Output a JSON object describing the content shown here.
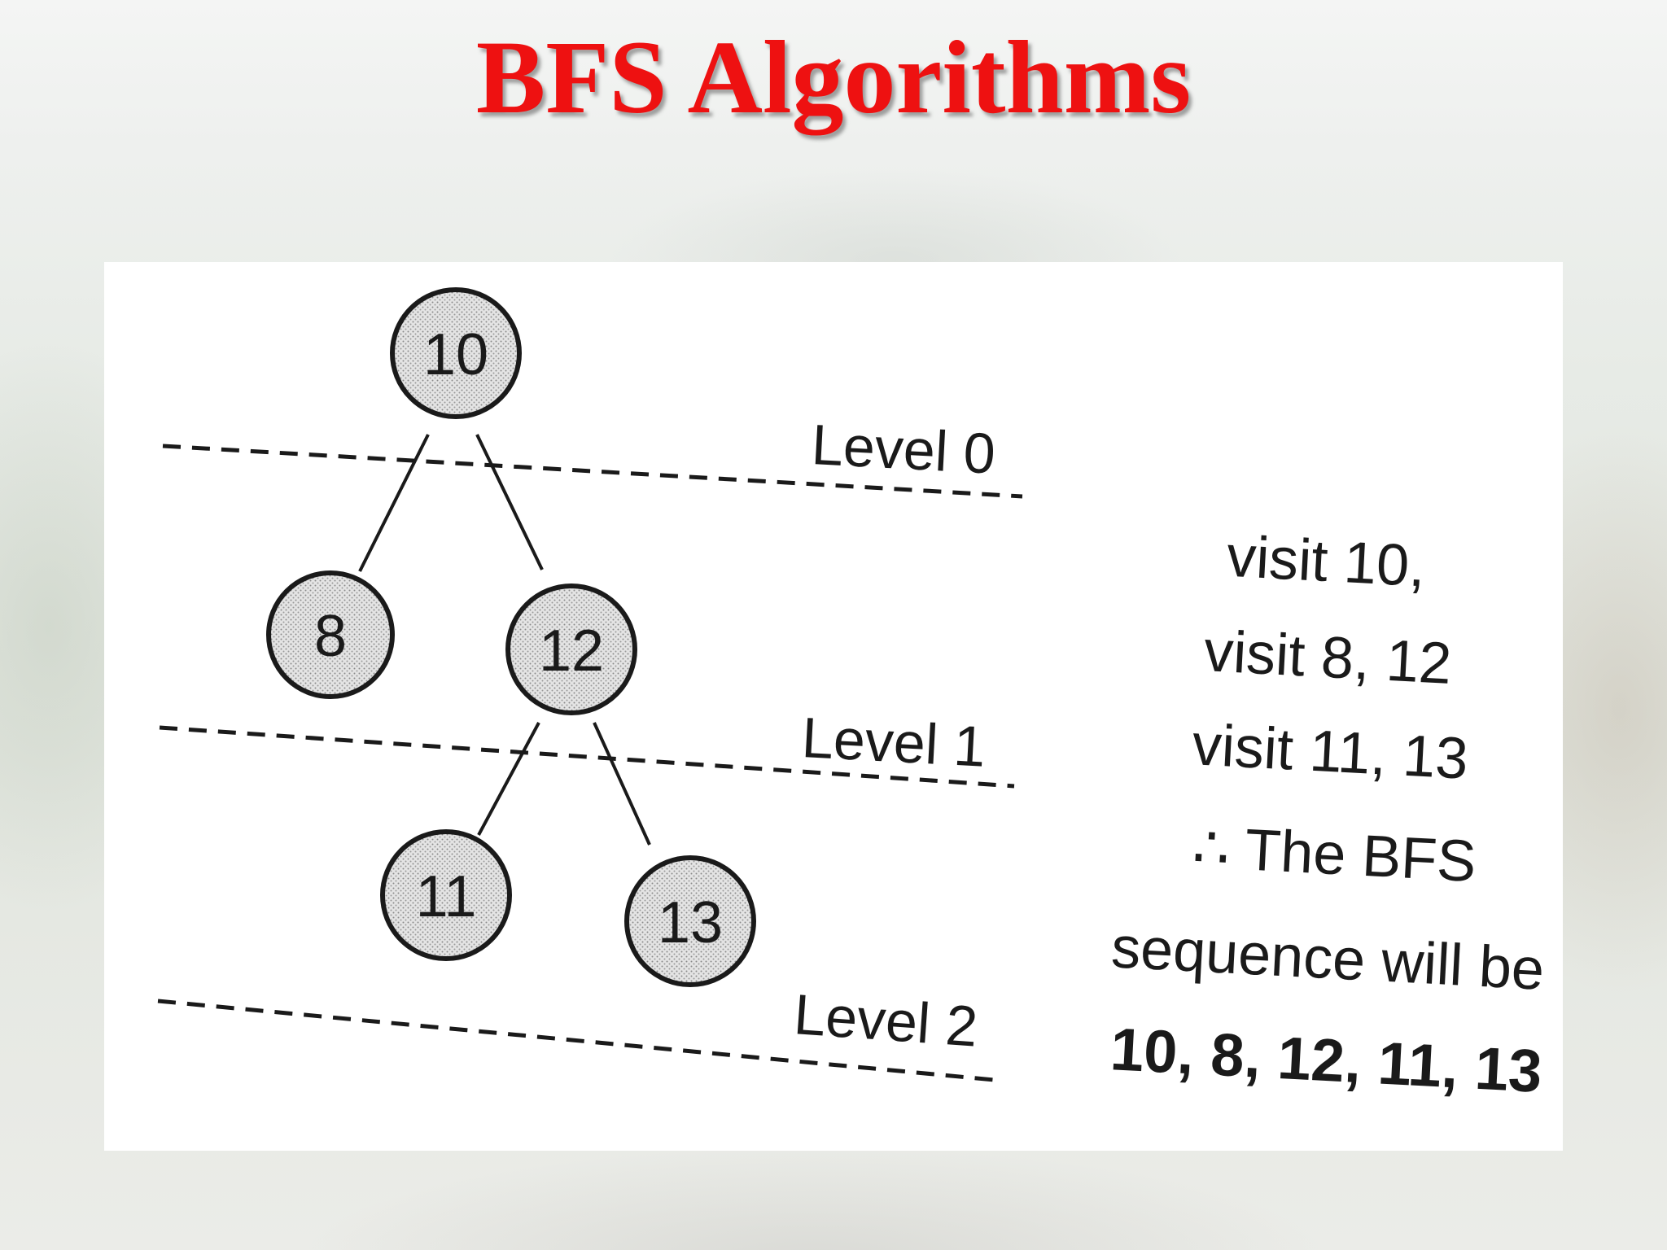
{
  "title": "BFS Algorithms",
  "tree": {
    "nodes": [
      {
        "id": "n10",
        "label": "10"
      },
      {
        "id": "n8",
        "label": "8"
      },
      {
        "id": "n12",
        "label": "12"
      },
      {
        "id": "n11",
        "label": "11"
      },
      {
        "id": "n13",
        "label": "13"
      }
    ],
    "edges": [
      [
        "n10",
        "n8"
      ],
      [
        "n10",
        "n12"
      ],
      [
        "n12",
        "n11"
      ],
      [
        "n12",
        "n13"
      ]
    ],
    "levels": [
      "Level 0",
      "Level 1",
      "Level 2"
    ]
  },
  "explanation": {
    "lines": [
      "visit 10,",
      "visit 8, 12",
      "visit 11, 13",
      "∴ The BFS",
      "sequence will be"
    ],
    "result": "10, 8, 12, 11, 13"
  }
}
